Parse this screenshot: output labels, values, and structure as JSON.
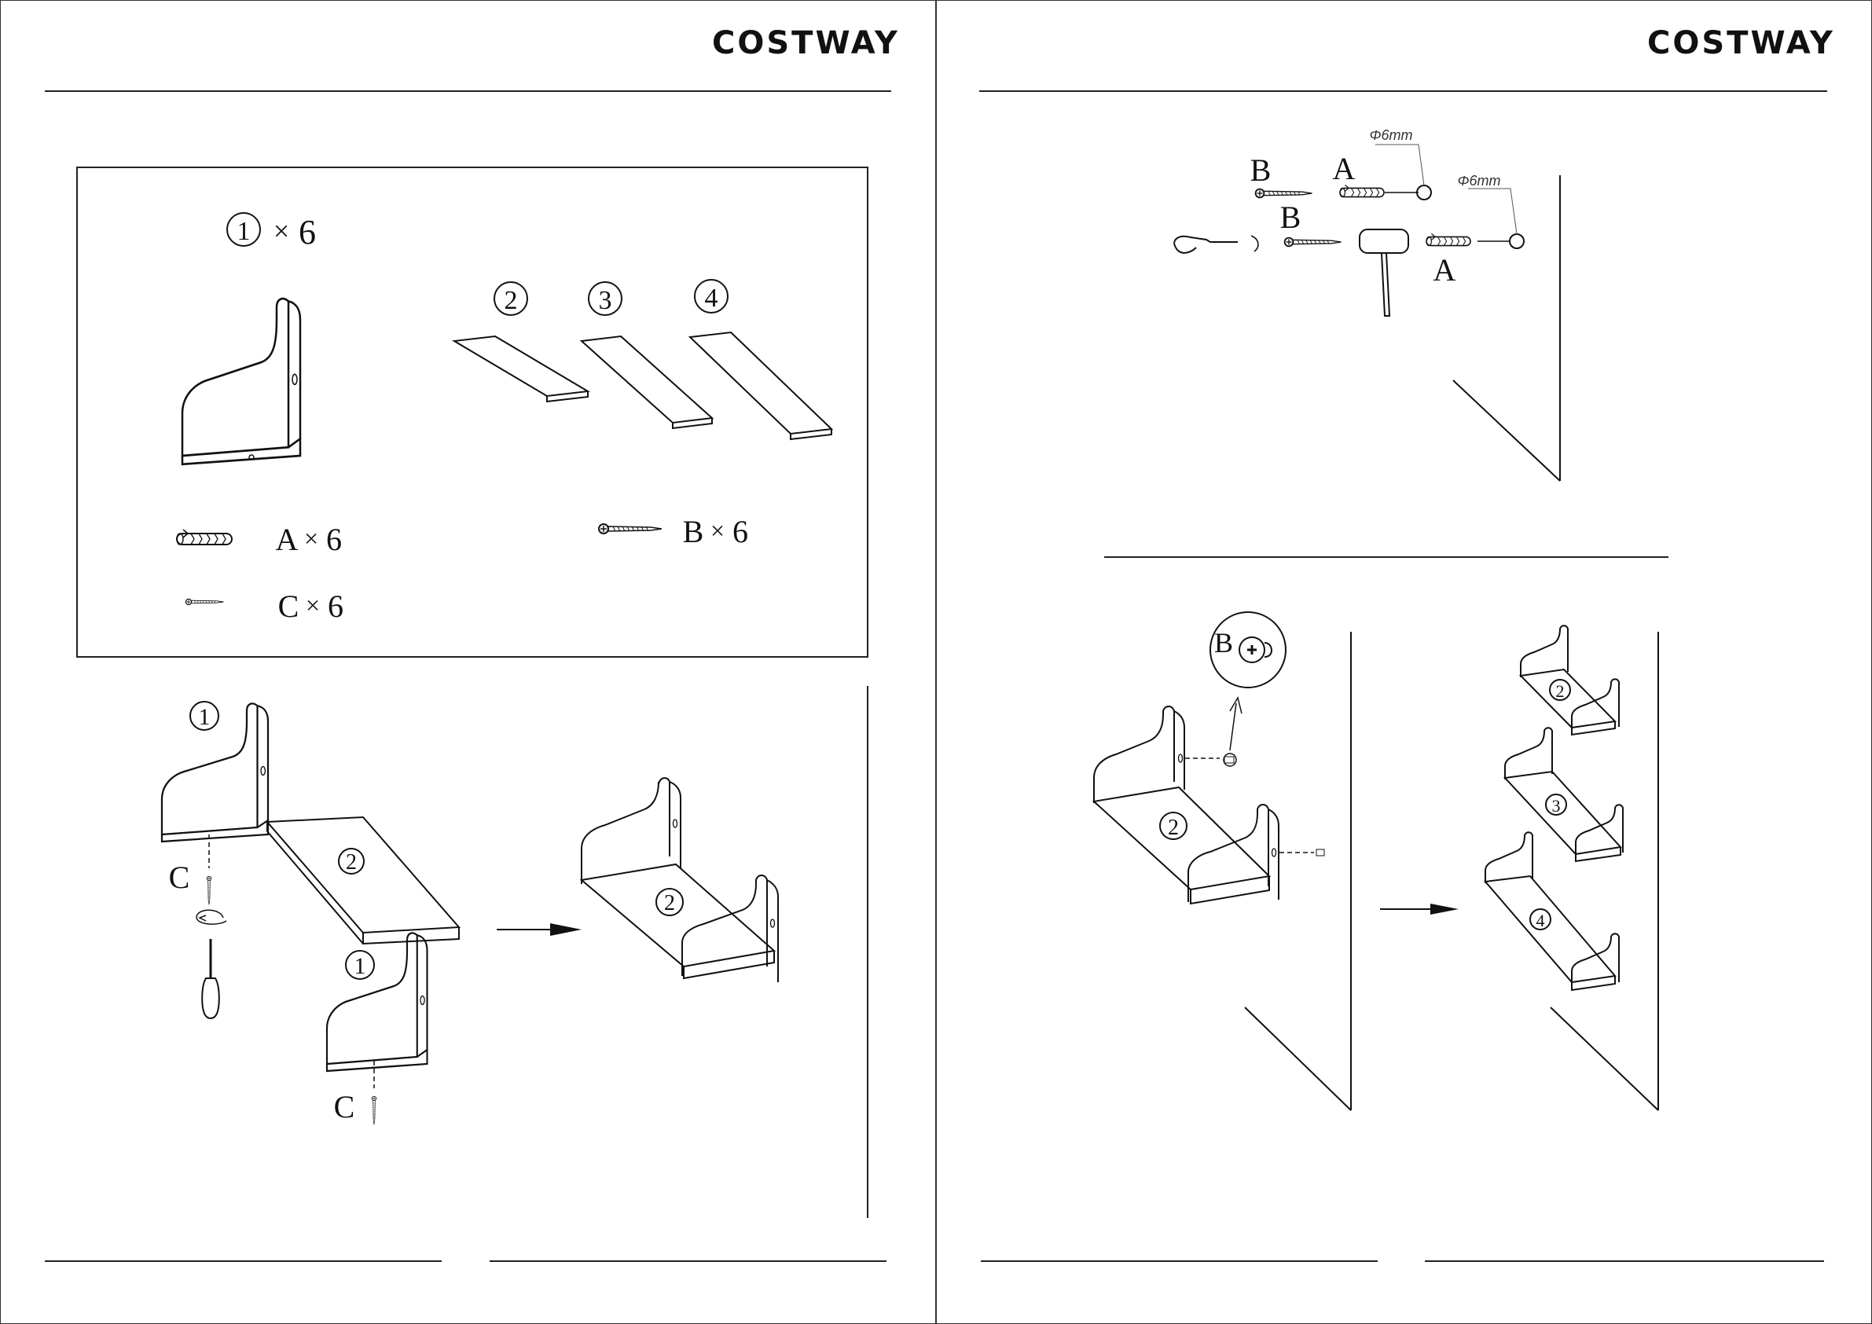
{
  "header": {
    "brand_left": "COSTWAY",
    "brand_right": "COSTWAY"
  },
  "parts": {
    "bracket": {
      "num": "1",
      "qty": "6"
    },
    "board_2": "2",
    "board_3": "3",
    "board_4": "4",
    "anchor_a": {
      "letter": "A",
      "qty": "6"
    },
    "screw_b": {
      "letter": "B",
      "qty": "6"
    },
    "screw_c": {
      "letter": "C",
      "qty": "6"
    },
    "times_sign": "×"
  },
  "step_assemble": {
    "bracket_num_top": "1",
    "bracket_num_bottom": "1",
    "screw_top": "C",
    "screw_bottom": "C",
    "board_num": "2",
    "result_num": "2"
  },
  "step_wall": {
    "screw_b_top": "B",
    "anchor_a_top": "A",
    "screw_b_mid": "B",
    "anchor_a_bottom": "A",
    "drill_1": "Φ6mm",
    "drill_2": "Φ6mm"
  },
  "step_mount": {
    "detail_letter": "B",
    "shelf_num": "2",
    "final_2": "2",
    "final_3": "3",
    "final_4": "4"
  }
}
